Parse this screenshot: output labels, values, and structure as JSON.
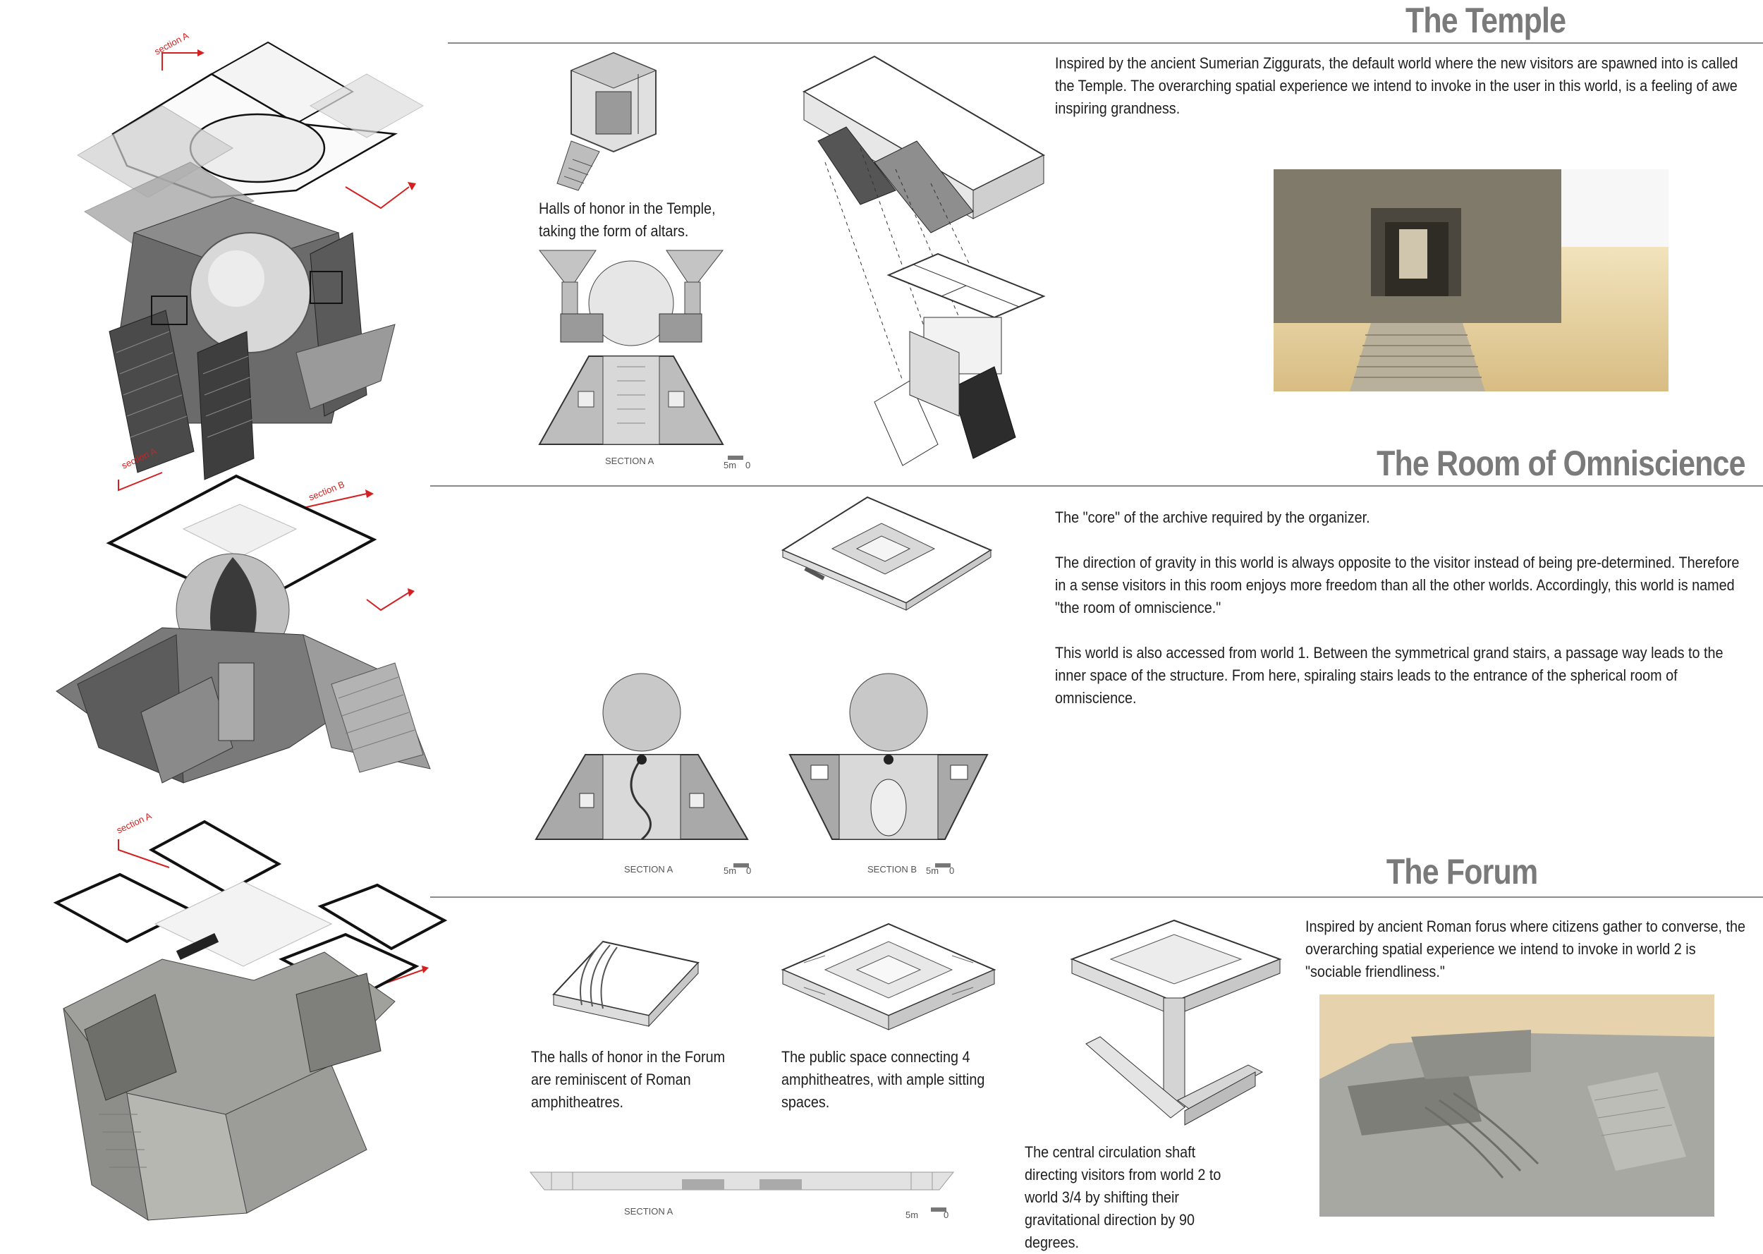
{
  "sections": {
    "temple": {
      "title": "The Temple",
      "description": "Inspired by the ancient Sumerian Ziggurats, the default world where the new visitors are spawned into is called the Temple. The overarching spatial experience we intend to invoke in the user in this world, is a feeling of awe inspiring grandness.",
      "caption_halls": "Halls of honor in the Temple, taking the form of altars.",
      "section_label": "SECTION A",
      "scale_label_5m": "5m",
      "scale_label_0": "0"
    },
    "omniscience": {
      "title": "The Room of Omniscience",
      "paragraphs": [
        "The \"core\" of the archive required by the organizer.",
        "The direction of gravity in this world is always opposite to the visitor instead of being pre-determined. Therefore in a sense visitors in this room enjoys more freedom than all the other worlds. Accordingly, this world is named \"the room of omniscience.\"",
        "This world is also accessed from world 1. Between the symmetrical grand stairs, a passage way leads to the inner space of the structure. From here, spiraling stairs leads to the entrance of the spherical room of omniscience."
      ],
      "section_a_label": "SECTION A",
      "section_b_label": "SECTION B",
      "scale_label_5m": "5m",
      "scale_label_0": "0"
    },
    "forum": {
      "title": "The Forum",
      "description": "Inspired by ancient Roman forus where citizens gather to converse, the overarching spatial experience we intend to invoke in world 2 is \"sociable friendliness.\"",
      "caption_halls": "The halls of honor in the Forum are reminiscent of Roman amphitheatres.",
      "caption_public": "The public space connecting 4 amphitheatres, with ample sitting spaces.",
      "caption_shaft": "The central circulation shaft directing visitors from world 2 to world 3/4 by shifting their gravitational direction by 90 degrees.",
      "section_label": "SECTION A",
      "scale_label_5m": "5m",
      "scale_label_0": "0"
    }
  },
  "axon_labels": {
    "temple_section_a": "section A",
    "omni_section_a": "section A",
    "omni_section_b": "section B",
    "forum_section_a": "section A"
  },
  "colors": {
    "title_gray": "#7a7a7a",
    "rule_gray": "#8a8a8a",
    "section_arrow_red": "#d42020",
    "sand": "#e8d6a8",
    "concrete": "#a9a9a6"
  }
}
